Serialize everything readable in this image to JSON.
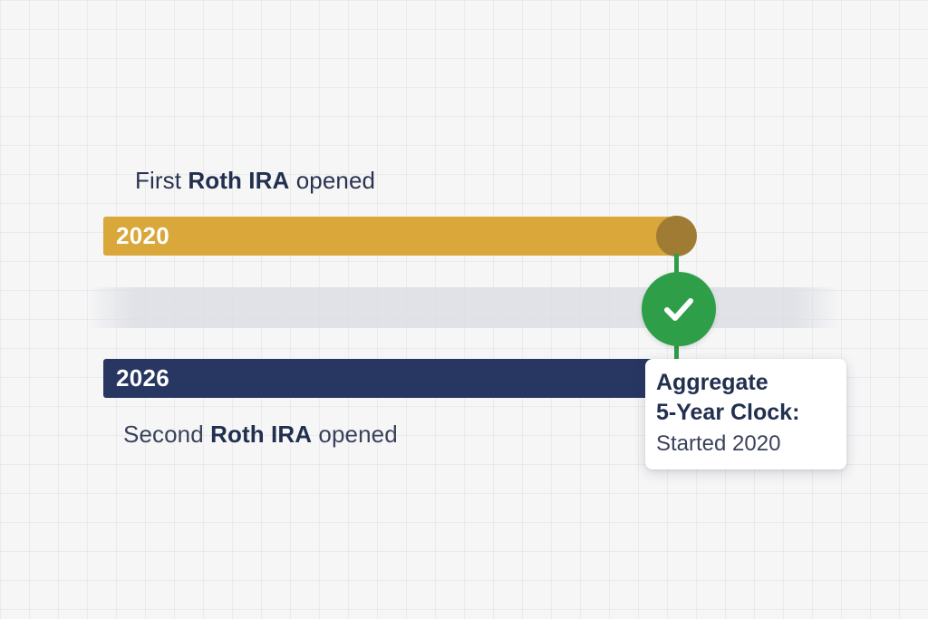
{
  "timeline": {
    "first": {
      "caption_prefix": "First ",
      "caption_bold": "Roth IRA",
      "caption_suffix": " opened",
      "year": "2020",
      "color": "#d9a73a"
    },
    "second": {
      "caption_prefix": "Second ",
      "caption_bold": "Roth IRA",
      "caption_suffix": " opened",
      "year": "2026",
      "color": "#283762"
    },
    "marker": {
      "icon": "check-icon",
      "color": "#2e9e49"
    },
    "card": {
      "title_line1": "Aggregate",
      "title_line2": "5-Year Clock:",
      "status": "Started 2020"
    }
  }
}
